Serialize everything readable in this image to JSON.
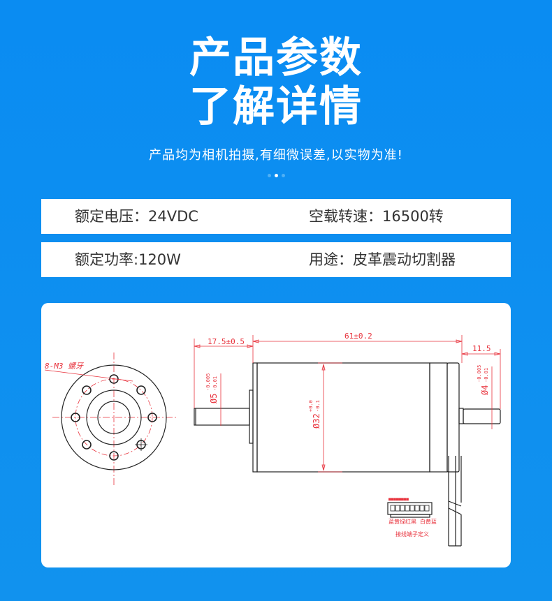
{
  "header": {
    "title_line1": "产品参数",
    "title_line2": "了解详情",
    "subtitle": "产品均为相机拍摄,有细微误差,以实物为准!",
    "carousel": {
      "count": 3,
      "active_index": 1
    }
  },
  "specs": {
    "rated_voltage": "额定电压：24VDC",
    "no_load_speed": "空载转速：16500转",
    "rated_power": "额定功率:120W",
    "usage": "用途：皮革震动切割器"
  },
  "drawing": {
    "front_view": {
      "thread_label": "8-M3 螺牙"
    },
    "dimensions": {
      "shaft_front_length": "17.5±0.5",
      "body_length": "61±0.2",
      "shaft_rear_length": "11.5",
      "front_shaft_diameter": "Ø5",
      "front_shaft_tol_upper": "-0.005",
      "front_shaft_tol_lower": "-0.01",
      "body_diameter": "Ø32",
      "body_tol_upper": "+0.0",
      "body_tol_lower": "-0.1",
      "rear_shaft_diameter": "Ø4",
      "rear_shaft_tol_upper": "-0.005",
      "rear_shaft_tol_lower": "-0.01"
    },
    "connector": {
      "pin_labels": "蓝黄绿红黑 白黄蓝",
      "caption": "接线端子定义"
    },
    "colors": {
      "line": "#222222",
      "dimension": "#e8323c"
    }
  }
}
